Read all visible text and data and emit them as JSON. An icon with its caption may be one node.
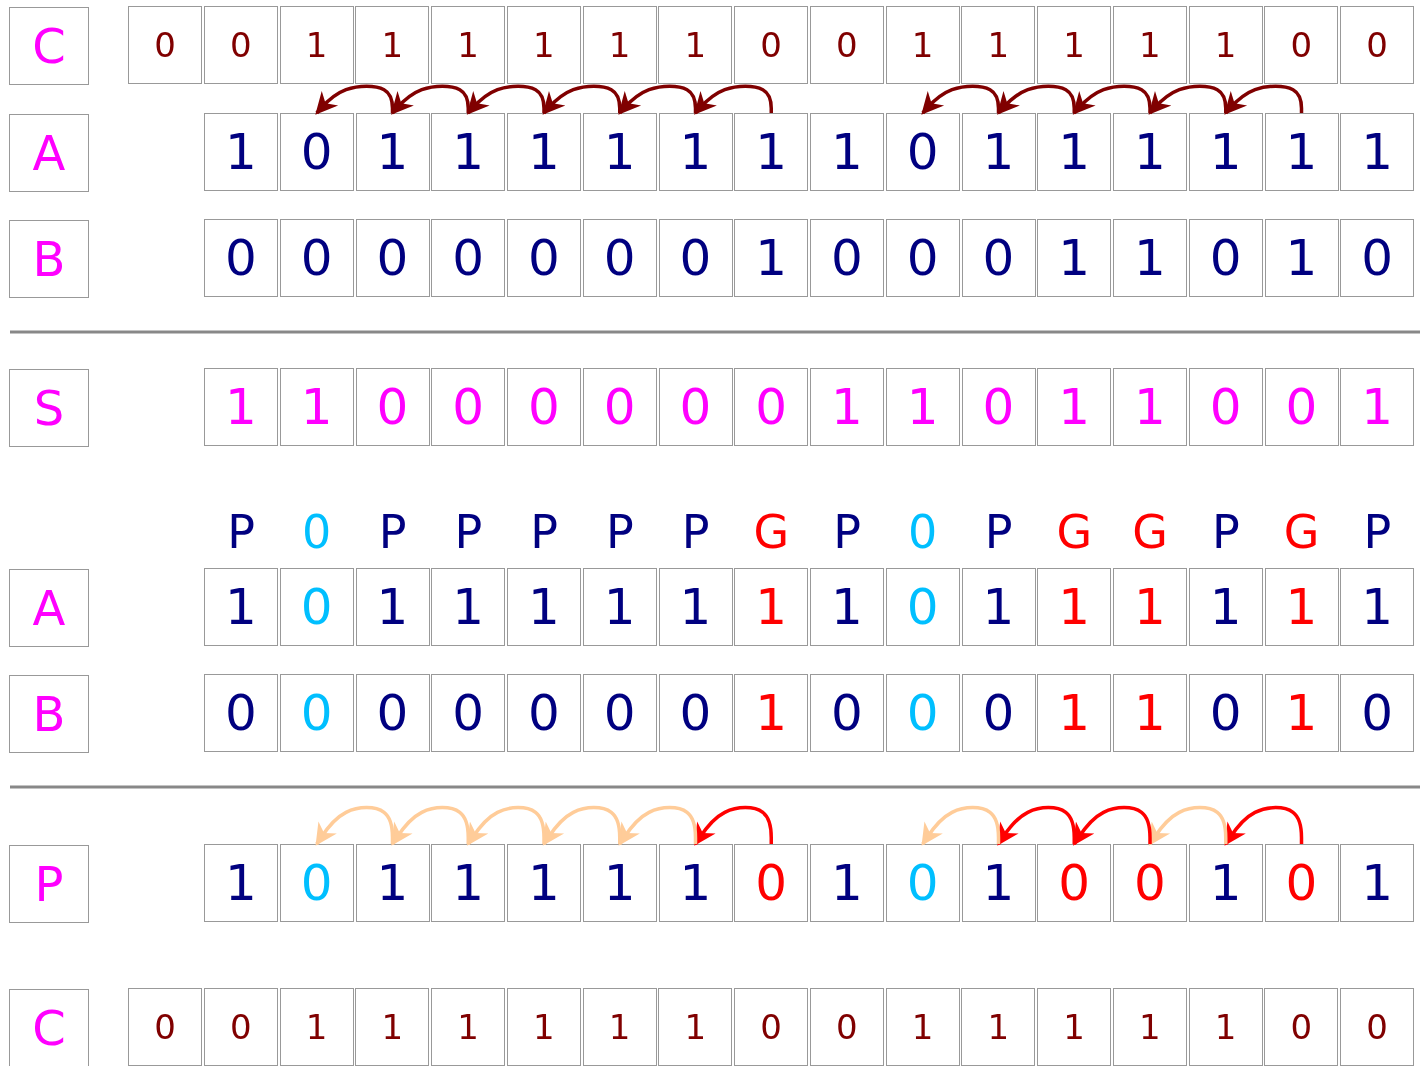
{
  "diagram": {
    "nodes": [
      {
        "text": [
          "C"
        ]
      },
      {
        "text": [
          "0"
        ]
      },
      {
        "text": [
          "0"
        ]
      },
      {
        "text": [
          "1"
        ]
      },
      {
        "text": [
          "1"
        ]
      },
      {
        "text": [
          "1"
        ]
      },
      {
        "text": [
          "1"
        ]
      },
      {
        "text": [
          "1"
        ]
      },
      {
        "text": [
          "1"
        ]
      },
      {
        "text": [
          "0"
        ]
      },
      {
        "text": [
          "0"
        ]
      },
      {
        "text": [
          "1"
        ]
      },
      {
        "text": [
          "1"
        ]
      },
      {
        "text": [
          "1"
        ]
      },
      {
        "text": [
          "1"
        ]
      },
      {
        "text": [
          "1"
        ]
      },
      {
        "text": [
          "0"
        ]
      },
      {
        "text": [
          "0"
        ]
      },
      {
        "text": [
          "A"
        ]
      },
      {
        "text": [
          "1"
        ]
      },
      {
        "text": [
          "0"
        ]
      },
      {
        "text": [
          "1"
        ]
      },
      {
        "text": [
          "1"
        ]
      },
      {
        "text": [
          "1"
        ]
      },
      {
        "text": [
          "1"
        ]
      },
      {
        "text": [
          "1"
        ]
      },
      {
        "text": [
          "1"
        ]
      },
      {
        "text": [
          "1"
        ]
      },
      {
        "text": [
          "0"
        ]
      },
      {
        "text": [
          "1"
        ]
      },
      {
        "text": [
          "1"
        ]
      },
      {
        "text": [
          "1"
        ]
      },
      {
        "text": [
          "1"
        ]
      },
      {
        "text": [
          "1"
        ]
      },
      {
        "text": [
          "1"
        ]
      },
      {
        "text": [
          "B"
        ]
      },
      {
        "text": [
          "0"
        ]
      },
      {
        "text": [
          "0"
        ]
      },
      {
        "text": [
          "0"
        ]
      },
      {
        "text": [
          "0"
        ]
      },
      {
        "text": [
          "0"
        ]
      },
      {
        "text": [
          "0"
        ]
      },
      {
        "text": [
          "0"
        ]
      },
      {
        "text": [
          "1"
        ]
      },
      {
        "text": [
          "0"
        ]
      },
      {
        "text": [
          "0"
        ]
      },
      {
        "text": [
          "0"
        ]
      },
      {
        "text": [
          "1"
        ]
      },
      {
        "text": [
          "1"
        ]
      },
      {
        "text": [
          "0"
        ]
      },
      {
        "text": [
          "1"
        ]
      },
      {
        "text": [
          "0"
        ]
      },
      {
        "text": [
          "S"
        ]
      },
      {
        "text": [
          "1"
        ]
      },
      {
        "text": [
          "1"
        ]
      },
      {
        "text": [
          "0"
        ]
      },
      {
        "text": [
          "0"
        ]
      },
      {
        "text": [
          "0"
        ]
      },
      {
        "text": [
          "0"
        ]
      },
      {
        "text": [
          "0"
        ]
      },
      {
        "text": [
          "0"
        ]
      },
      {
        "text": [
          "1"
        ]
      },
      {
        "text": [
          "1"
        ]
      },
      {
        "text": [
          "0"
        ]
      },
      {
        "text": [
          "1"
        ]
      },
      {
        "text": [
          "1"
        ]
      },
      {
        "text": [
          "0"
        ]
      },
      {
        "text": [
          "0"
        ]
      },
      {
        "text": [
          "1"
        ]
      },
      {
        "text": [
          "A"
        ]
      },
      {
        "text": [
          "1"
        ]
      },
      {
        "text": [
          "0"
        ]
      },
      {
        "text": [
          "1"
        ]
      },
      {
        "text": [
          "1"
        ]
      },
      {
        "text": [
          "1"
        ]
      },
      {
        "text": [
          "1"
        ]
      },
      {
        "text": [
          "1"
        ]
      },
      {
        "text": [
          "1"
        ]
      },
      {
        "text": [
          "1"
        ]
      },
      {
        "text": [
          "0"
        ]
      },
      {
        "text": [
          "1"
        ]
      },
      {
        "text": [
          "1"
        ]
      },
      {
        "text": [
          "1"
        ]
      },
      {
        "text": [
          "1"
        ]
      },
      {
        "text": [
          "1"
        ]
      },
      {
        "text": [
          "1"
        ]
      },
      {
        "text": [
          "B"
        ]
      },
      {
        "text": [
          "0"
        ]
      },
      {
        "text": [
          "0"
        ]
      },
      {
        "text": [
          "0"
        ]
      },
      {
        "text": [
          "0"
        ]
      },
      {
        "text": [
          "0"
        ]
      },
      {
        "text": [
          "0"
        ]
      },
      {
        "text": [
          "0"
        ]
      },
      {
        "text": [
          "1"
        ]
      },
      {
        "text": [
          "0"
        ]
      },
      {
        "text": [
          "0"
        ]
      },
      {
        "text": [
          "0"
        ]
      },
      {
        "text": [
          "1"
        ]
      },
      {
        "text": [
          "1"
        ]
      },
      {
        "text": [
          "0"
        ]
      },
      {
        "text": [
          "1"
        ]
      },
      {
        "text": [
          "0"
        ]
      },
      {
        "text": [
          "P"
        ]
      },
      {
        "text": [
          "1"
        ]
      },
      {
        "text": [
          "0"
        ]
      },
      {
        "text": [
          "1"
        ]
      },
      {
        "text": [
          "1"
        ]
      },
      {
        "text": [
          "1"
        ]
      },
      {
        "text": [
          "1"
        ]
      },
      {
        "text": [
          "1"
        ]
      },
      {
        "text": [
          "0"
        ]
      },
      {
        "text": [
          "1"
        ]
      },
      {
        "text": [
          "0"
        ]
      },
      {
        "text": [
          "1"
        ]
      },
      {
        "text": [
          "0"
        ]
      },
      {
        "text": [
          "0"
        ]
      },
      {
        "text": [
          "1"
        ]
      },
      {
        "text": [
          "0"
        ]
      },
      {
        "text": [
          "1"
        ]
      },
      {
        "text": [
          "C"
        ]
      },
      {
        "text": [
          "0"
        ]
      },
      {
        "text": [
          "0"
        ]
      },
      {
        "text": [
          "1"
        ]
      },
      {
        "text": [
          "1"
        ]
      },
      {
        "text": [
          "1"
        ]
      },
      {
        "text": [
          "1"
        ]
      },
      {
        "text": [
          "1"
        ]
      },
      {
        "text": [
          "1"
        ]
      },
      {
        "text": [
          "0"
        ]
      },
      {
        "text": [
          "0"
        ]
      },
      {
        "text": [
          "1"
        ]
      },
      {
        "text": [
          "1"
        ]
      },
      {
        "text": [
          "1"
        ]
      },
      {
        "text": [
          "1"
        ]
      },
      {
        "text": [
          "1"
        ]
      },
      {
        "text": [
          "0"
        ]
      },
      {
        "text": [
          "0"
        ]
      }
    ],
    "edges": [
      {
        "from": 26,
        "to": 25,
        "arrow": "to"
      },
      {
        "from": 25,
        "to": 24,
        "arrow": "to"
      },
      {
        "from": 24,
        "to": 23,
        "arrow": "to"
      },
      {
        "from": 23,
        "to": 22,
        "arrow": "to"
      },
      {
        "from": 22,
        "to": 21,
        "arrow": "to"
      },
      {
        "from": 21,
        "to": 20,
        "arrow": "to"
      },
      {
        "from": 33,
        "to": 32,
        "arrow": "to"
      },
      {
        "from": 32,
        "to": 31,
        "arrow": "to"
      },
      {
        "from": 31,
        "to": 30,
        "arrow": "to"
      },
      {
        "from": 30,
        "to": 29,
        "arrow": "to"
      },
      {
        "from": 29,
        "to": 28,
        "arrow": "to"
      },
      {
        "from": 111,
        "to": 110,
        "arrow": "to",
        "color": "#ff0000"
      },
      {
        "from": 110,
        "to": 109,
        "arrow": "to",
        "color": "#ffcc99"
      },
      {
        "from": 109,
        "to": 108,
        "arrow": "to",
        "color": "#ffcc99"
      },
      {
        "from": 108,
        "to": 107,
        "arrow": "to",
        "color": "#ffcc99"
      },
      {
        "from": 107,
        "to": 106,
        "arrow": "to",
        "color": "#ffcc99"
      },
      {
        "from": 106,
        "to": 105,
        "arrow": "to",
        "color": "#ffcc99"
      },
      {
        "from": 118,
        "to": 117,
        "arrow": "to",
        "color": "#ff0000"
      },
      {
        "from": 117,
        "to": 116,
        "arrow": "to",
        "color": "#ffcc99"
      },
      {
        "from": 116,
        "to": 115,
        "arrow": "to",
        "color": "#ff0000"
      },
      {
        "from": 115,
        "to": 114,
        "arrow": "to",
        "color": "#ff0000"
      },
      {
        "from": 114,
        "to": 113,
        "arrow": "to",
        "color": "#ffcc99"
      }
    ],
    "labels": [
      "P",
      "0",
      "P",
      "P",
      "P",
      "P",
      "P",
      "G",
      "P",
      "0",
      "P",
      "G",
      "G",
      "P",
      "G",
      "P"
    ]
  }
}
